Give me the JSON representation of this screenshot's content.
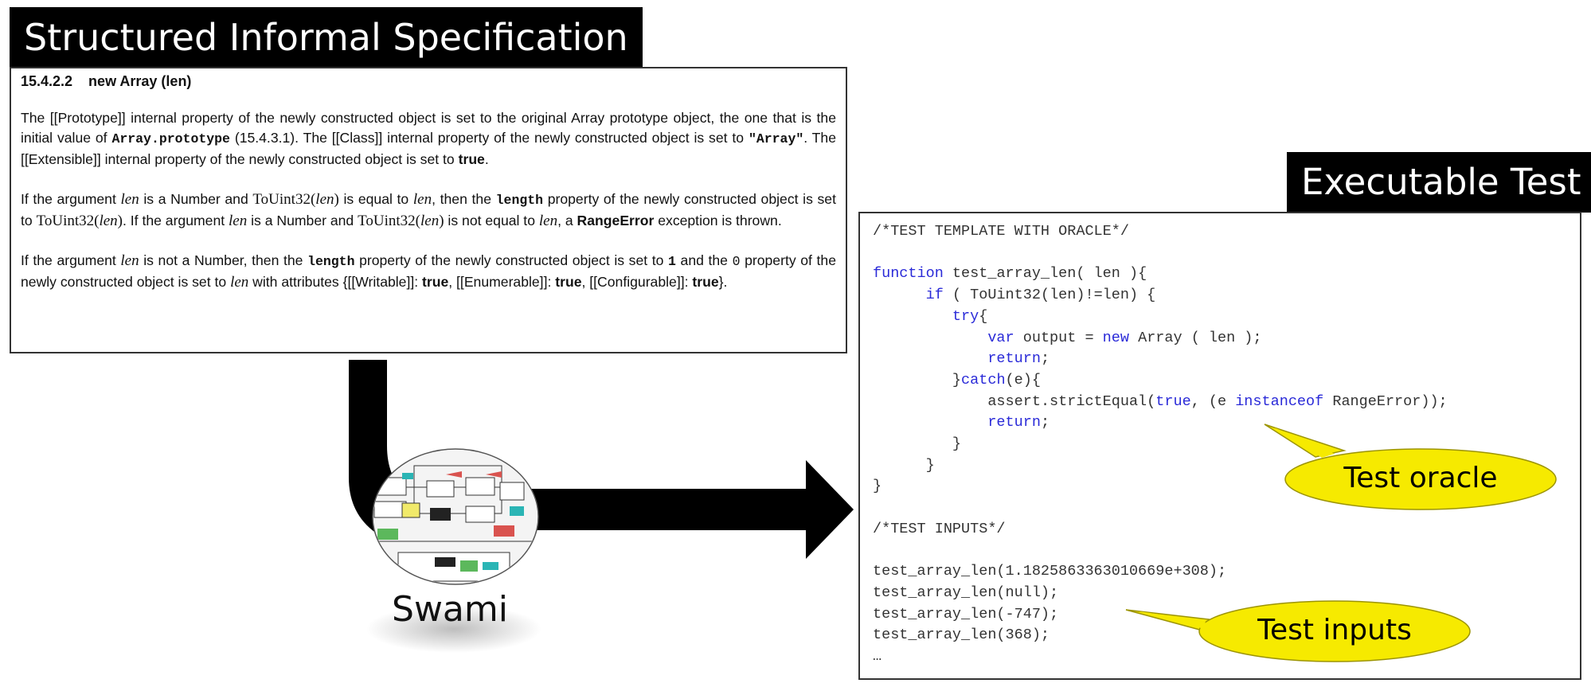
{
  "spec_title": "Structured Informal Specification",
  "test_title": "Executable Test",
  "spec": {
    "heading": "15.4.2.2    new Array (len)",
    "p1_a": "The [[Prototype]] internal property of the newly constructed object is set to the original Array prototype object, the one that is the initial value of ",
    "p1_code1": "Array.prototype",
    "p1_b": " (15.4.3.1). The [[Class]] internal property of the newly constructed object is set to ",
    "p1_code2": "\"Array\"",
    "p1_c": ". The [[Extensible]] internal property of the newly constructed object is set to ",
    "p1_bold": "true",
    "p1_d": ".",
    "p2_a": "If the argument ",
    "p2_len1": "len",
    "p2_b": " is a Number and ",
    "p2_fn1": "ToUint32(",
    "p2_len2": "len",
    "p2_fn1_close": ")",
    "p2_c": " is equal to ",
    "p2_len3": "len",
    "p2_d": ", then the ",
    "p2_code": "length",
    "p2_e": " property of the newly constructed object is set to ",
    "p2_fn2": "ToUint32(",
    "p2_len4": "len",
    "p2_fn2_close": ")",
    "p2_f": ". If the argument ",
    "p2_len5": "len",
    "p2_g": " is a Number and ",
    "p2_fn3": "ToUint32(",
    "p2_len6": "len",
    "p2_fn3_close": ")",
    "p2_h": " is not equal to ",
    "p2_len7": "len",
    "p2_i": ", a ",
    "p2_bold": "RangeError",
    "p2_j": " exception is thrown.",
    "p3_a": "If the argument ",
    "p3_len1": "len",
    "p3_b": " is not a Number, then the ",
    "p3_code1": "length",
    "p3_c": " property of the newly constructed object is set to ",
    "p3_code2": "1",
    "p3_d": " and the ",
    "p3_code3": "0",
    "p3_e": " property of the newly constructed object is set to ",
    "p3_len2": "len",
    "p3_f": " with attributes {[[Writable]]: ",
    "p3_bold1": "true",
    "p3_g": ", [[Enumerable]]: ",
    "p3_bold2": "true",
    "p3_h": ", [[Configurable]]: ",
    "p3_bold3": "true",
    "p3_i": "}."
  },
  "code": {
    "l1": "/*TEST TEMPLATE WITH ORACLE*/",
    "l3_kw": "function",
    "l3_rest": " test_array_len( len ){",
    "l4_indent": "      ",
    "l4_kw": "if",
    "l4_rest": " ( ToUint32(len)!=len) {",
    "l5_indent": "         ",
    "l5_kw": "try",
    "l5_rest": "{",
    "l6_indent": "             ",
    "l6_kw1": "var",
    "l6_mid": " output = ",
    "l6_kw2": "new",
    "l6_rest": " Array ( len );",
    "l7_indent": "             ",
    "l7_kw": "return",
    "l7_rest": ";",
    "l8_indent": "         ",
    "l8_a": "}",
    "l8_kw": "catch",
    "l8_rest": "(e){",
    "l9_indent": "             ",
    "l9_a": "assert.strictEqual(",
    "l9_kw1": "true",
    "l9_b": ", (e ",
    "l9_kw2": "instanceof",
    "l9_c": " RangeError));",
    "l10_indent": "             ",
    "l10_kw": "return",
    "l10_rest": ";",
    "l11": "         }",
    "l12": "      }",
    "l13": "}",
    "l15": "/*TEST INPUTS*/",
    "l17": "test_array_len(1.1825863363010669e+308);",
    "l18": "test_array_len(null);",
    "l19": "test_array_len(-747);",
    "l20": "test_array_len(368);",
    "l21": "…"
  },
  "bubbles": {
    "oracle": "Test oracle",
    "inputs": "Test inputs"
  },
  "swami_label": "Swami",
  "colors": {
    "title_bg": "#000000",
    "title_fg": "#ffffff",
    "keyword": "#2a2ad8",
    "bubble_fill": "#f6ea00",
    "bubble_stroke": "#9c9400",
    "arrow": "#000000"
  }
}
